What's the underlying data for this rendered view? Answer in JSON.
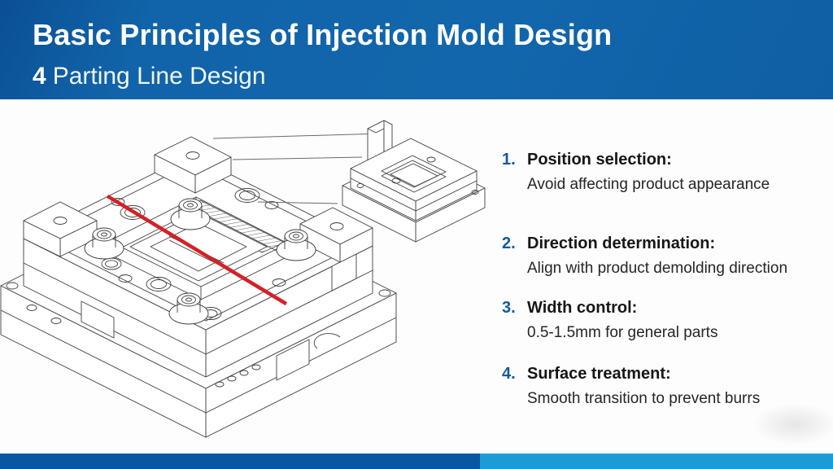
{
  "slide": {
    "title": "Basic Principles of Injection Mold Design",
    "subtitle_number": "4",
    "subtitle_text": "Parting Line Design",
    "colors": {
      "header_blue": "#1164a9",
      "footer_dark_blue": "#0857a2",
      "footer_light_blue": "#1b9cd6",
      "number_blue": "#14599f",
      "parting_line_red": "#d61f26",
      "drawing_line_gray": "#3d3d3d"
    }
  },
  "key_points": {
    "items": [
      {
        "number": "1.",
        "heading": "Position selection:",
        "body": "Avoid affecting product appearance"
      },
      {
        "number": "2.",
        "heading": "Direction determination:",
        "body": "Align with product demolding direction"
      },
      {
        "number": "3.",
        "heading": "Width control:",
        "body": "0.5-1.5mm for general parts"
      },
      {
        "number": "4.",
        "heading": "Surface treatment:",
        "body": "Smooth transition to prevent burrs"
      }
    ]
  },
  "diagram": {
    "description": "Isometric CAD wireframe of an injection mold base with red parting line and small cavity-plate detail view",
    "parting_line_color": "#d61f26"
  }
}
